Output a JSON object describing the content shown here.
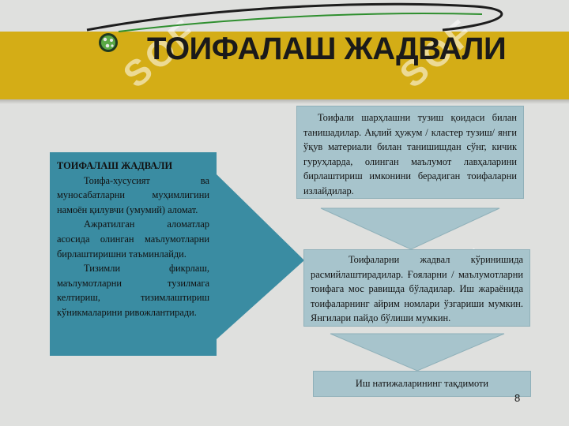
{
  "slide": {
    "title": "ТОИФАЛАШ ЖАДВАЛИ",
    "page_number": "8"
  },
  "left_panel": {
    "heading": "ТОИФАЛАШ ЖАДВАЛИ",
    "paragraphs": [
      "Тоифа-хусусият ва муносабатларни муҳимлигини намоён қилувчи (умумий) аломат.",
      "Ажратилган аломатлар асосида олинган маълумотларни бирлаштиришни таъминлайди.",
      "Тизимли фикрлаш, маълумотларни тузилмага келтириш, тизимлаштириш кўникмаларини ривожлантиради."
    ]
  },
  "step_1": {
    "text": "Тоифали шарҳлашни тузиш қоидаси билан танишадилар. Ақлий ҳужум / кластер тузиш/ янги ўқув материали билан танишишдан сўнг, кичик гуруҳларда, олинган маълумот лавҳаларини бирлаштириш имконини берадиган тоифаларни излайдилар."
  },
  "step_2": {
    "text": "Тоифаларни жадвал кўринишида расмийлаштирадилар. Ғояларни / маълумотларни тоифага мос равишда бўладилар. Иш жараёнида тоифаларнинг айрим номлари ўзгариши мумкин. Янгилари пайдо бўлиши мумкин."
  },
  "step_3": {
    "text": "Иш натижаларининг тақдимоти"
  },
  "colors": {
    "band": "#d4ad16",
    "left_panel": "#3a8ca2",
    "step_box": "#a7c4cc",
    "background": "#dfe0de"
  }
}
